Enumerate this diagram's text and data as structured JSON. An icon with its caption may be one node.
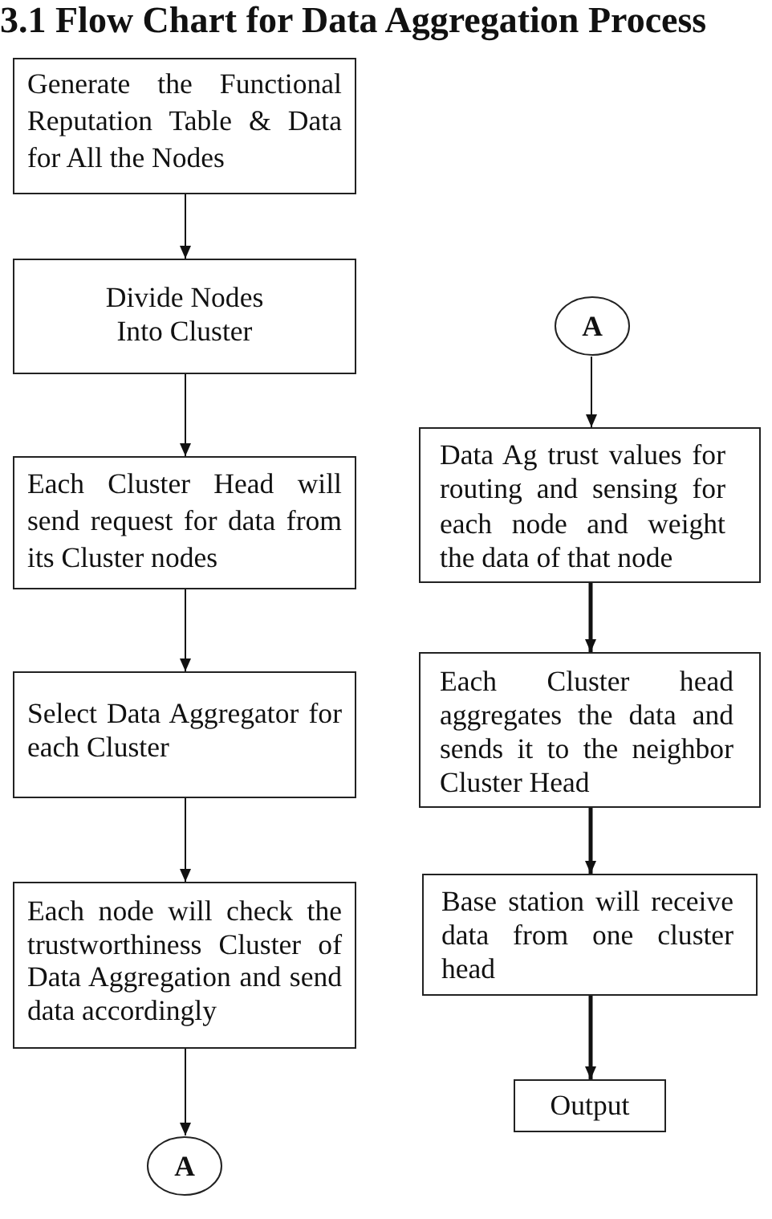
{
  "diagram": {
    "title": "3.1 Flow Chart for Data Aggregation Process",
    "nodes": [
      {
        "text": [
          "Generate the Functional Reputation Table & Data for All the Nodes"
        ]
      },
      {
        "text": [
          "Divide Nodes Into Cluster"
        ]
      },
      {
        "text": [
          "Each Cluster Head will send request for data from its Cluster nodes"
        ]
      },
      {
        "text": [
          "Select Data Aggregator for each Cluster"
        ]
      },
      {
        "text": [
          "Each node will check the trustworthiness Cluster of Data Aggregation and send data accordingly"
        ]
      },
      {
        "text": [
          "A"
        ]
      },
      {
        "text": [
          "A"
        ]
      },
      {
        "text": [
          "Data Ag trust values for routing and sensing for each node and weight the data of that node"
        ]
      },
      {
        "text": [
          "Each Cluster head aggregates the data and sends it to the neighbor Cluster Head"
        ]
      },
      {
        "text": [
          "Base station will receive data from one cluster head"
        ]
      },
      {
        "text": [
          "Output"
        ]
      }
    ],
    "edges": [
      {
        "from": 0,
        "to": 1,
        "arrow": "to"
      },
      {
        "from": 1,
        "to": 2,
        "arrow": "to"
      },
      {
        "from": 2,
        "to": 3,
        "arrow": "to"
      },
      {
        "from": 3,
        "to": 4,
        "arrow": "to"
      },
      {
        "from": 4,
        "to": 5,
        "arrow": "to"
      },
      {
        "from": 6,
        "to": 7,
        "arrow": "to"
      },
      {
        "from": 7,
        "to": 8,
        "arrow": "to",
        "style": "thick"
      },
      {
        "from": 8,
        "to": 9,
        "arrow": "to",
        "style": "thick"
      },
      {
        "from": 9,
        "to": 10,
        "arrow": "to",
        "style": "thick"
      }
    ]
  }
}
